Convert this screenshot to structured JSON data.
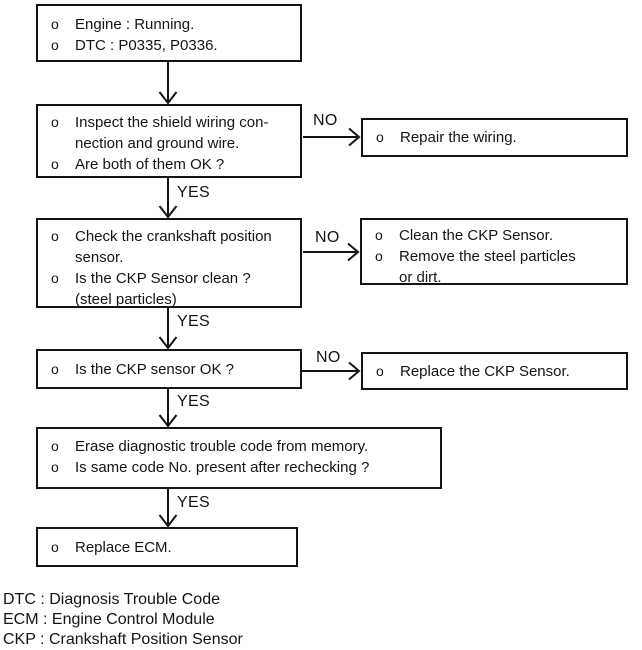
{
  "flow": {
    "bullet": "o",
    "labels": {
      "yes": "YES",
      "no": "NO"
    },
    "boxes": {
      "start": {
        "items": [
          "Engine : Running.",
          "DTC : P0335, P0336."
        ]
      },
      "inspect_wiring": {
        "items": [
          "Inspect the shield wiring con-\nnection and ground wire.",
          "Are both of them OK ?"
        ]
      },
      "repair_wiring": {
        "items": [
          "Repair the wiring."
        ]
      },
      "check_ckp": {
        "items": [
          "Check the crankshaft position\nsensor.",
          "Is the CKP Sensor clean ?\n(steel particles)"
        ]
      },
      "clean_ckp": {
        "items": [
          "Clean the CKP Sensor.",
          "Remove the steel particles\nor dirt."
        ]
      },
      "ckp_ok": {
        "items": [
          "Is the CKP sensor OK ?"
        ]
      },
      "replace_ckp": {
        "items": [
          "Replace the CKP Sensor."
        ]
      },
      "erase_code": {
        "items": [
          "Erase diagnostic trouble code from memory.",
          "Is same code No. present after rechecking ?"
        ]
      },
      "replace_ecm": {
        "items": [
          "Replace ECM."
        ]
      }
    },
    "legend": [
      "DTC : Diagnosis Trouble Code",
      "ECM : Engine Control Module",
      "CKP : Crankshaft Position Sensor"
    ]
  }
}
